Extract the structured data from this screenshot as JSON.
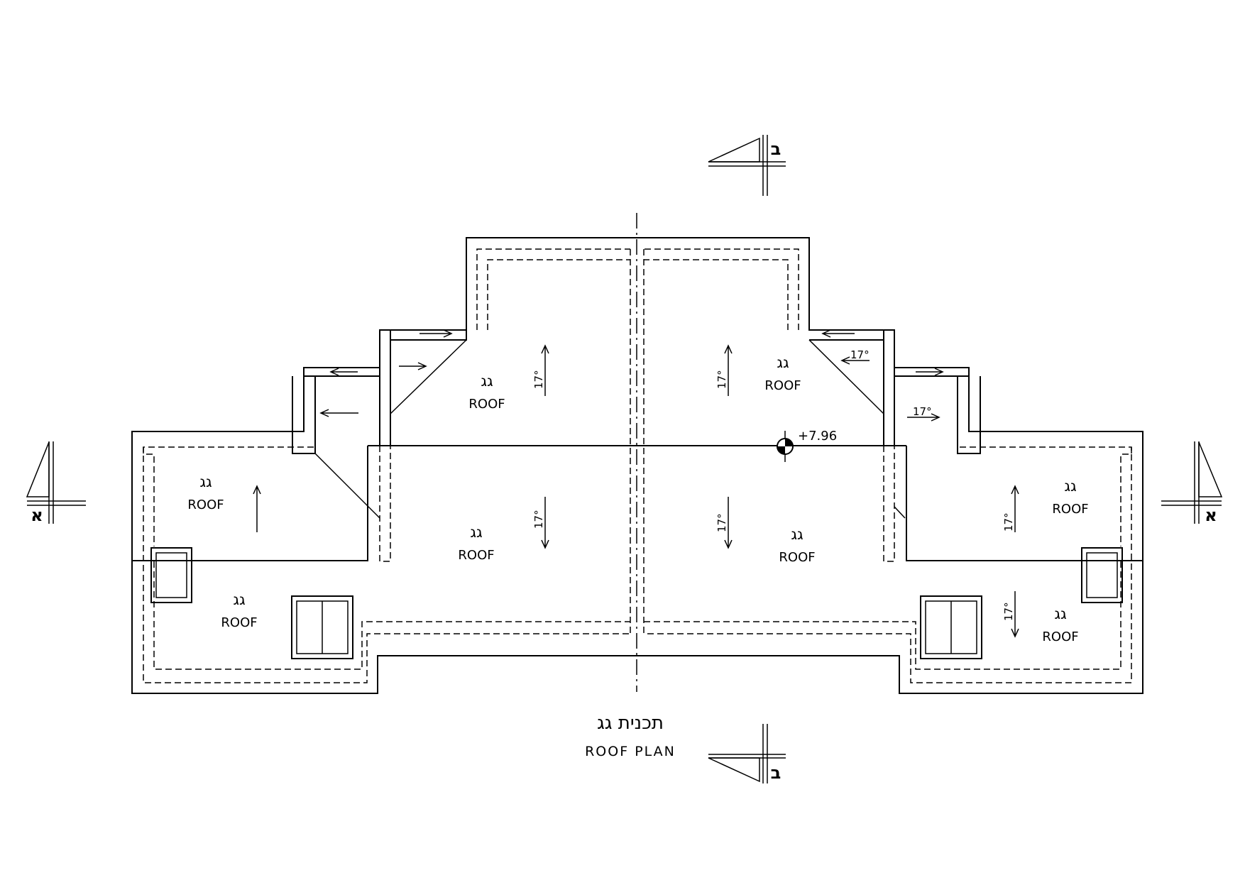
{
  "drawing": {
    "title_hebrew": "תכנית גג",
    "title_english": "ROOF PLAN",
    "elevation": "+7.96",
    "section_marks": {
      "a": "א",
      "b": "ב"
    },
    "roof_hebrew": "גג",
    "roof_english": "ROOF",
    "slope": "17°"
  }
}
